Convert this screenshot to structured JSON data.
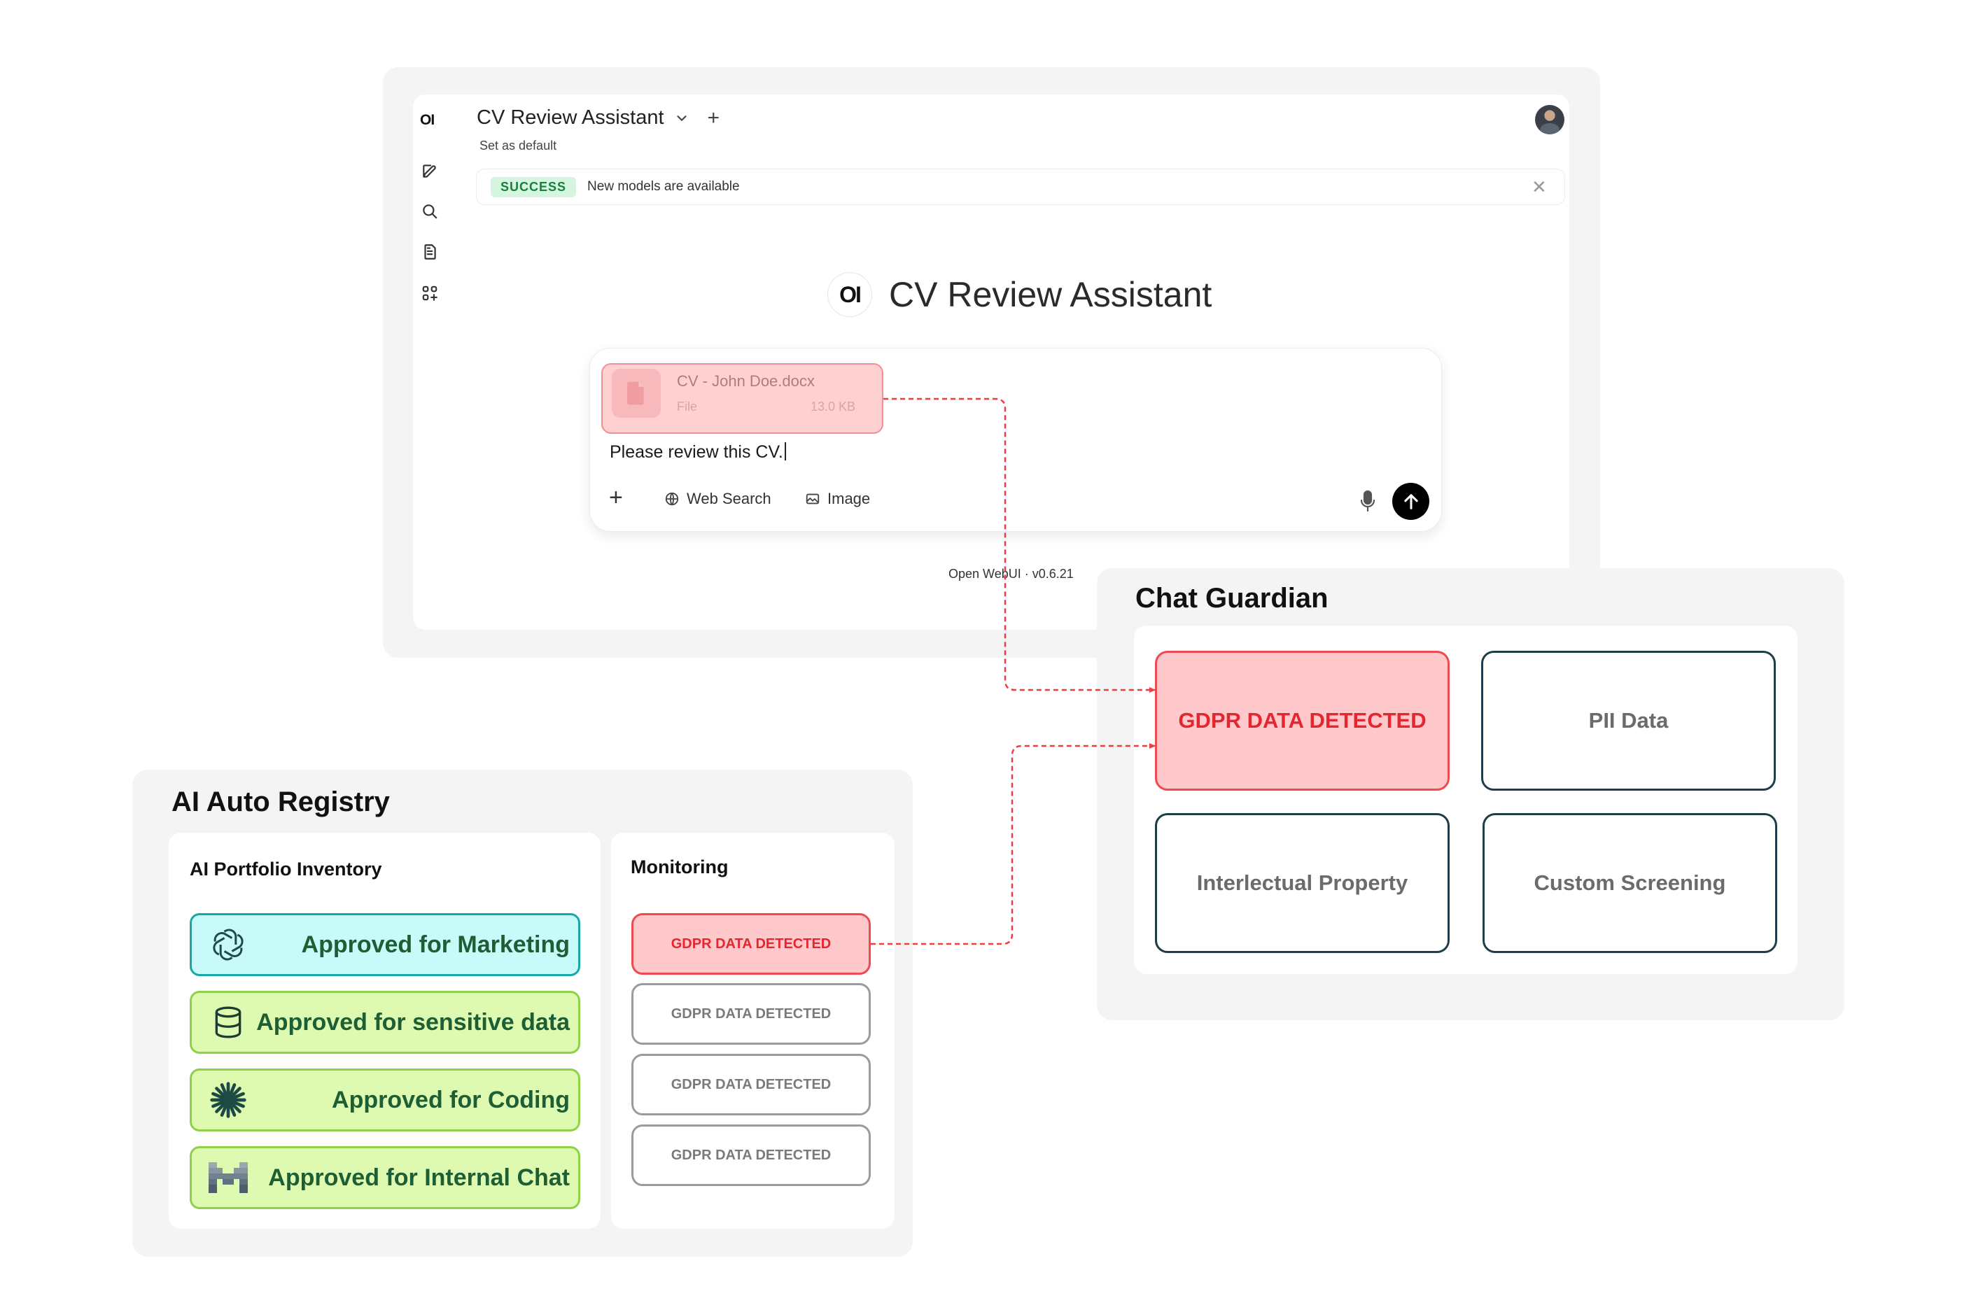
{
  "webui": {
    "brand_small": "OI",
    "model_name": "CV Review Assistant",
    "set_default": "Set as default",
    "toast": {
      "badge": "SUCCESS",
      "message": "New models are available"
    },
    "brand_large": "OI",
    "center_title": "CV Review Assistant",
    "attachment": {
      "name": "CV - John Doe.docx",
      "type": "File",
      "size": "13.0 KB"
    },
    "prompt": "Please review this CV.",
    "tools": {
      "web_search": "Web Search",
      "image": "Image"
    },
    "version": "Open WebUI · v0.6.21"
  },
  "guardian": {
    "title": "Chat Guardian",
    "cards": [
      "GDPR DATA DETECTED",
      "PII Data",
      "Interlectual Property",
      "Custom Screening"
    ]
  },
  "registry": {
    "title": "AI Auto Registry",
    "inventory": {
      "title": "AI Portfolio Inventory",
      "items": [
        "Approved for Marketing",
        "Approved for sensitive data",
        "Approved for Coding",
        "Approved for Internal Chat"
      ]
    },
    "monitoring": {
      "title": "Monitoring",
      "items": [
        "GDPR DATA DETECTED",
        "GDPR DATA DETECTED",
        "GDPR DATA DETECTED",
        "GDPR DATA DETECTED"
      ]
    }
  },
  "colors": {
    "alert_fill": "#ffc9cb",
    "alert_border": "#ef4a51",
    "alert_text": "#e3262f",
    "approved_fill": "#ddfab0",
    "approved_border": "#8fd14a",
    "approved_text": "#1d5e35",
    "teal_fill": "#c8fafa",
    "teal_border": "#1aa7a7",
    "card_border": "#1f3d48",
    "success_fill": "#d6f5df",
    "success_text": "#16803c"
  }
}
